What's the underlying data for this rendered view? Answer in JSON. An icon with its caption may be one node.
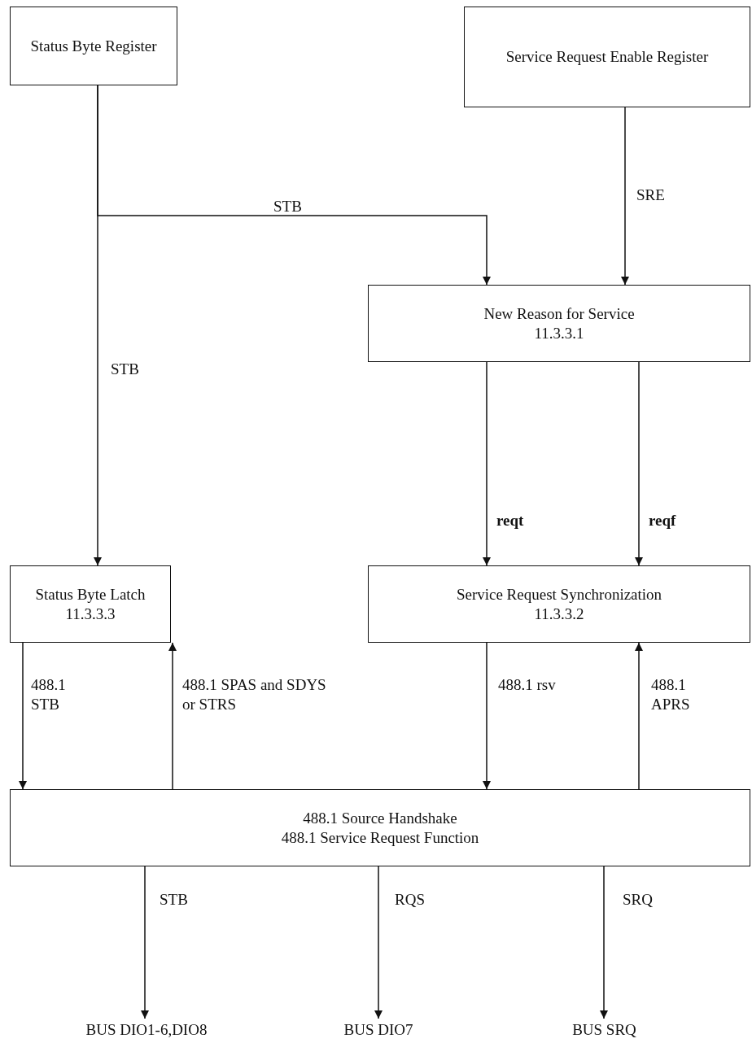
{
  "diagram": {
    "nodes": [
      {
        "text": [
          "Status Byte Register"
        ]
      },
      {
        "text": [
          "Service Request Enable Register"
        ]
      },
      {
        "text": [
          "New Reason for Service",
          "11.3.3.1"
        ]
      },
      {
        "text": [
          "Status Byte Latch",
          "11.3.3.3"
        ]
      },
      {
        "text": [
          "Service Request Synchronization",
          "11.3.3.2"
        ]
      },
      {
        "text": [
          "488.1 Source Handshake",
          "488.1 Service Request Function"
        ]
      },
      {
        "text": [
          "BUS DIO1-6,DIO8"
        ]
      },
      {
        "text": [
          "BUS DIO7"
        ]
      },
      {
        "text": [
          "BUS SRQ"
        ]
      }
    ],
    "edges": [
      {
        "from": 0,
        "to": 3,
        "arrow": "to",
        "label": "STB"
      },
      {
        "from": 0,
        "to": 2,
        "arrow": "to",
        "label": "STB"
      },
      {
        "from": 1,
        "to": 2,
        "arrow": "to",
        "label": "SRE"
      },
      {
        "from": 2,
        "to": 4,
        "arrow": "to",
        "label": "**reqt**"
      },
      {
        "from": 2,
        "to": 4,
        "arrow": "to",
        "label": "**reqf**"
      },
      {
        "from": 3,
        "to": 5,
        "arrow": "to",
        "label": "488.1 STB"
      },
      {
        "from": 5,
        "to": 3,
        "arrow": "to",
        "label": "488.1 SPAS and SDYS or STRS"
      },
      {
        "from": 4,
        "to": 5,
        "arrow": "to",
        "label": "488.1 rsv"
      },
      {
        "from": 5,
        "to": 4,
        "arrow": "to",
        "label": "488.1 APRS"
      },
      {
        "from": 5,
        "to": 6,
        "arrow": "to",
        "label": "STB"
      },
      {
        "from": 5,
        "to": 7,
        "arrow": "to",
        "label": "RQS"
      },
      {
        "from": 5,
        "to": 8,
        "arrow": "to",
        "label": "SRQ"
      }
    ]
  }
}
